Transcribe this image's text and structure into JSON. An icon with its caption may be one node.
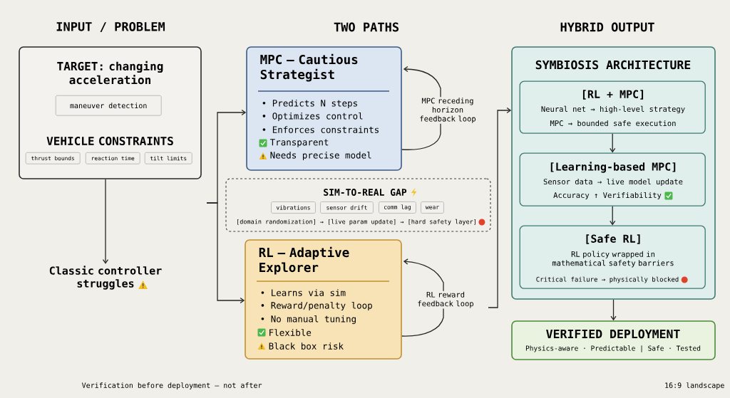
{
  "diagram": {
    "nodes": [
      {
        "text": [
          "TARGET: changing acceleration",
          "VEHICLE CONSTRAINTS"
        ]
      },
      {
        "text": [
          "maneuver detection"
        ],
        "in": 0
      },
      {
        "text": [
          "thrust bounds"
        ],
        "in": 0
      },
      {
        "text": [
          "reaction time"
        ],
        "in": 0
      },
      {
        "text": [
          "tilt limits"
        ],
        "in": 0
      },
      {
        "text": [
          "Classic controller struggles"
        ]
      },
      {
        "text": [
          "MPC — Cautious Strategist",
          "• Predicts N steps",
          "• Optimizes control",
          "• Enforces constraints",
          "Transparent",
          "Needs precise model"
        ]
      },
      {
        "text": [
          "SIM-TO-REAL GAP",
          "[domain randomization] → [live param update] → [hard safety layer]"
        ]
      },
      {
        "text": [
          "vibrations"
        ],
        "in": 7
      },
      {
        "text": [
          "sensor drift"
        ],
        "in": 7
      },
      {
        "text": [
          "comm lag"
        ],
        "in": 7
      },
      {
        "text": [
          "wear"
        ],
        "in": 7
      },
      {
        "text": [
          "RL — Adaptive Explorer",
          "• Learns via sim",
          "• Reward/penalty loop",
          "• No manual tuning",
          "Flexible",
          "Black box risk"
        ]
      },
      {
        "text": [
          "SYMBIOSIS ARCHITECTURE"
        ]
      },
      {
        "text": [
          "[RL + MPC]",
          "Neural net → high-level strategy",
          "MPC → bounded safe execution"
        ],
        "in": 13
      },
      {
        "text": [
          "[Learning-based MPC]",
          "Sensor data → live model update",
          "Accuracy ↑ Verifiability"
        ],
        "in": 13
      },
      {
        "text": [
          "[Safe RL]",
          "RL policy wrapped in mathematical safety barriers",
          "Critical failure → physically blocked"
        ],
        "in": 13
      },
      {
        "text": [
          "VERIFIED DEPLOYMENT",
          "Physics-aware · Predictable | Safe · Tested"
        ]
      }
    ],
    "edges": [
      {
        "from": 0,
        "to": 5,
        "arrow": "to"
      },
      {
        "from": null,
        "to": 6,
        "arrow": "to"
      },
      {
        "from": null,
        "to": 12,
        "arrow": "to"
      },
      {
        "from": 6,
        "to": 6,
        "arrow": "to",
        "label": "MPC receding horizon feedback loop"
      },
      {
        "from": 12,
        "to": 12,
        "arrow": "to",
        "label": "RL reward feedback loop"
      },
      {
        "from": null,
        "to": 13,
        "arrow": "to"
      },
      {
        "from": 14,
        "to": 15,
        "arrow": "to"
      },
      {
        "from": 15,
        "to": 16,
        "arrow": "to"
      },
      {
        "from": 13,
        "to": 17,
        "arrow": "to"
      }
    ],
    "labels": [
      "INPUT / PROBLEM",
      "TWO PATHS",
      "HYBRID OUTPUT",
      "Verification before deployment — not after",
      "16:9 landscape"
    ]
  }
}
